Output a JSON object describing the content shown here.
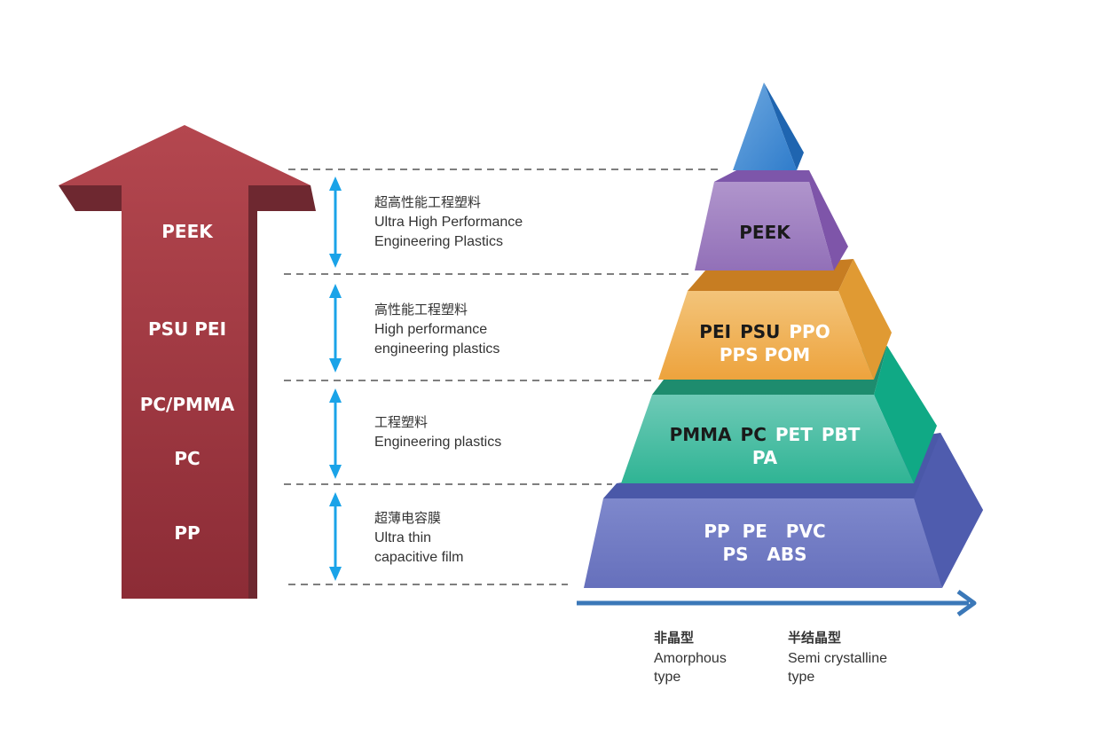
{
  "arrow": {
    "labels": [
      "PEEK",
      "PSU PEI",
      "PC/PMMA",
      "PC",
      "PP"
    ],
    "color": "#a8434a"
  },
  "tiers": [
    {
      "cn": "超高性能工程塑料",
      "en1": "Ultra High Performance",
      "en2": "Engineering Plastics"
    },
    {
      "cn": "高性能工程塑料",
      "en1": "High performance",
      "en2": "engineering plastics"
    },
    {
      "cn": "工程塑料",
      "en1": "Engineering plastics",
      "en2": ""
    },
    {
      "cn": "超薄电容膜",
      "en1": "Ultra thin",
      "en2": "capacitive film"
    }
  ],
  "pyramid": {
    "peek": {
      "dark": "PEEK",
      "color": "#a58ac6"
    },
    "orange": {
      "dark1": "PEI",
      "dark2": "PSU",
      "light1": "PPO",
      "line2": "PPS POM",
      "color": "#f0b45a"
    },
    "green": {
      "dark1": "PMMA",
      "dark2": "PC",
      "light1": "PET",
      "light2": "PBT",
      "line2": "PA",
      "color": "#4fc3a6"
    },
    "blue": {
      "line1": "PP  PE   PVC",
      "line2": "PS   ABS",
      "color": "#7680c4"
    }
  },
  "axis": {
    "left": {
      "cn": "非晶型",
      "en1": "Amorphous",
      "en2": "type"
    },
    "right": {
      "cn": "半结晶型",
      "en1": "Semi crystalline",
      "en2": "type"
    },
    "color": "#3b78b8"
  },
  "accent": "#1aa3e8"
}
